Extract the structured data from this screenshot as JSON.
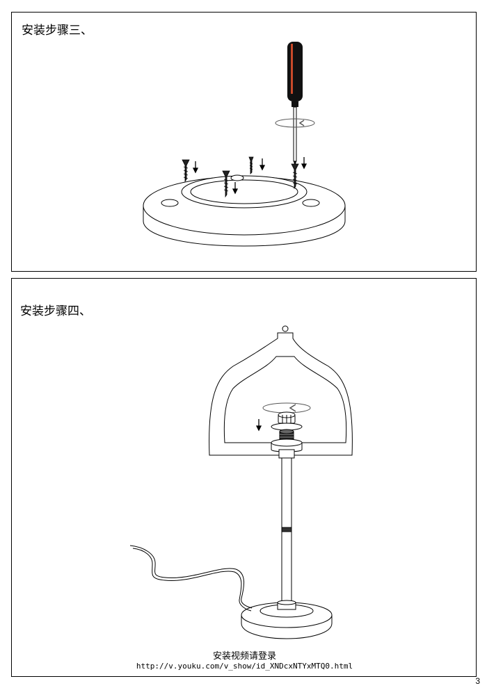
{
  "steps": [
    {
      "title": "安装步骤三、"
    },
    {
      "title": "安装步骤四、"
    }
  ],
  "footer": {
    "video_label": "安装视频请登录",
    "video_url": "http://v.youku.com/v_show/id_XNDcxNTYxMTQ0.html"
  },
  "page_number": "3"
}
